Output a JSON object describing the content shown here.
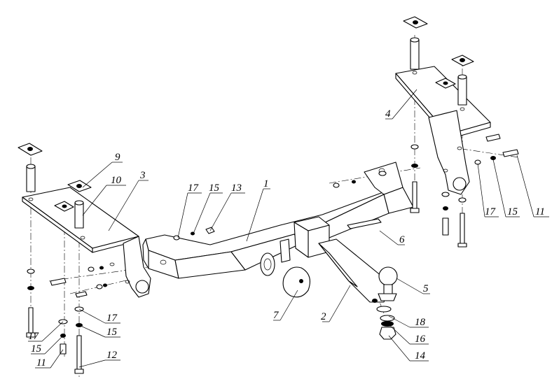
{
  "callouts": [
    {
      "id": "c-1",
      "text": "1"
    },
    {
      "id": "c-2",
      "text": "2"
    },
    {
      "id": "c-3",
      "text": "3"
    },
    {
      "id": "c-4",
      "text": "4"
    },
    {
      "id": "c-5",
      "text": "5"
    },
    {
      "id": "c-6",
      "text": "6"
    },
    {
      "id": "c-7",
      "text": "7"
    },
    {
      "id": "c-9",
      "text": "9"
    },
    {
      "id": "c-10",
      "text": "10"
    },
    {
      "id": "c-11a",
      "text": "11"
    },
    {
      "id": "c-11b",
      "text": "11"
    },
    {
      "id": "c-12",
      "text": "12"
    },
    {
      "id": "c-13",
      "text": "13"
    },
    {
      "id": "c-14",
      "text": "14"
    },
    {
      "id": "c-15a",
      "text": "15"
    },
    {
      "id": "c-15b",
      "text": "15"
    },
    {
      "id": "c-15c",
      "text": "15"
    },
    {
      "id": "c-15d",
      "text": "15"
    },
    {
      "id": "c-16",
      "text": "16"
    },
    {
      "id": "c-17a",
      "text": "17"
    },
    {
      "id": "c-17b",
      "text": "17"
    },
    {
      "id": "c-17c",
      "text": "17"
    },
    {
      "id": "c-17d",
      "text": "17"
    },
    {
      "id": "c-18",
      "text": "18"
    }
  ]
}
